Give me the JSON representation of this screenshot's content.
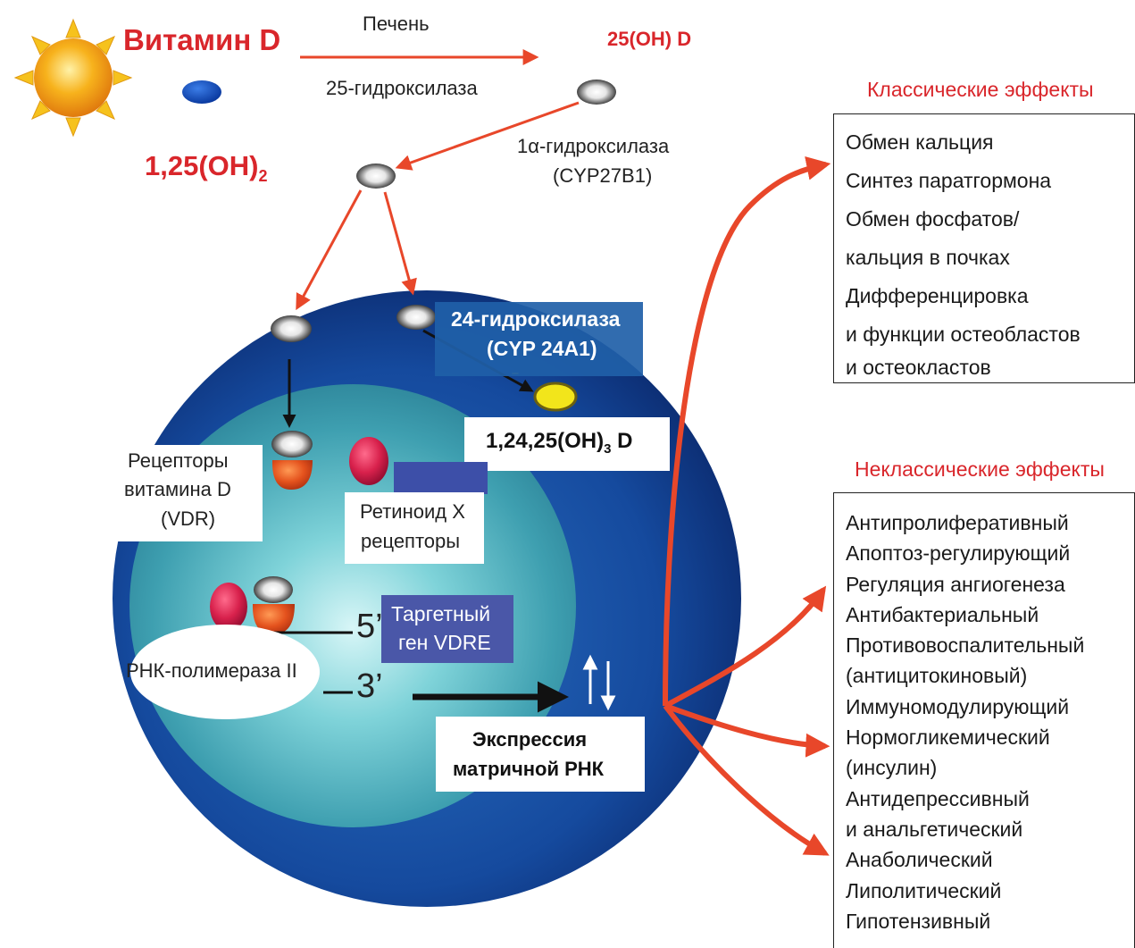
{
  "header": {
    "vitamin_d": "Витамин D",
    "liver": "Печень",
    "enzyme_25": "25-гидроксилаза",
    "product_25": "25(OH) D",
    "enzyme_1a_line1": "1α-гидроксилаза",
    "enzyme_1a_line2": "(CYP27B1)",
    "calcitriol_main": "1,25(OH)",
    "calcitriol_sub": "2"
  },
  "cell": {
    "enzyme_24_line1": "24-гидроксилаза",
    "enzyme_24_line2": "(CYP 24A1)",
    "metabolite_main": "1,24,25(OH)",
    "metabolite_sub": "3",
    "metabolite_tail": " D",
    "vdr_line1": "Рецепторы",
    "vdr_line2": "витамина D",
    "vdr_line3": "(VDR)",
    "rxr_line1": "Ретиноид X",
    "rxr_line2": "рецепторы",
    "target_line1": "Таргетный",
    "target_line2": "ген VDRE",
    "five_prime": "5’",
    "three_prime": "3’",
    "rna_pol": "РНК-полимераза II",
    "expression_line1": "Экспрессия",
    "expression_line2": "матричной РНК"
  },
  "classical": {
    "title": "Классические эффекты",
    "items": [
      "Обмен кальция",
      "Синтез паратгормона",
      "Обмен фосфатов/",
      "кальция в почках",
      "Дифференцировка",
      "и функции остеобластов",
      "и остеокластов"
    ]
  },
  "nonclassical": {
    "title": "Неклассические эффекты",
    "items": [
      "Антипролиферативный",
      "Апоптоз-регулирующий",
      "Регуляция ангиогенеза",
      "Антибактериальный",
      "Противовоспалительный",
      "(антицитокиновый)",
      "Иммуномодулирующий",
      "Нормогликемический",
      "(инсулин)",
      "Антидепрессивный",
      "и анальгетический",
      "Анаболический",
      "Липолитический",
      "Гипотензивный"
    ]
  },
  "colors": {
    "accent_red": "#d9262b",
    "arrow_red": "#e8472a",
    "cell_blue": "#123a8c",
    "nucleus_teal": "#5fc0c8",
    "label_blue": "#1f5fa8"
  }
}
